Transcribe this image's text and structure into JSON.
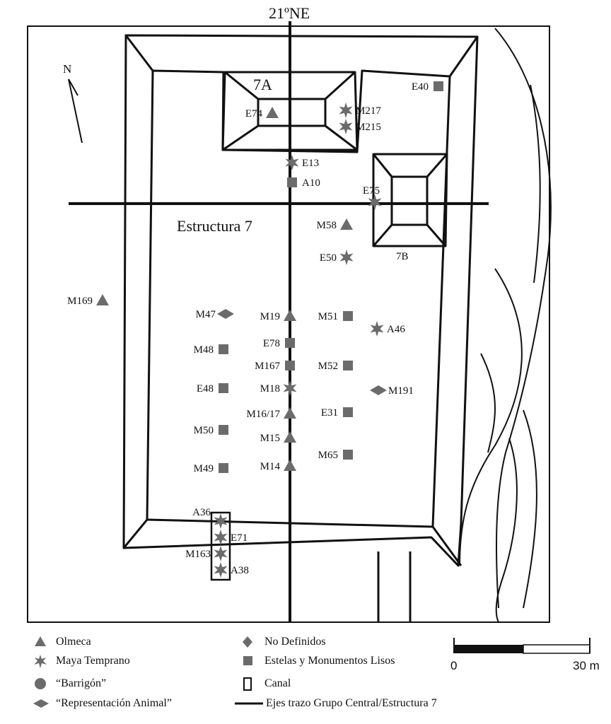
{
  "map": {
    "axis_label": "21ºNE",
    "north_label": "N",
    "structure_label": "Estructura 7",
    "sub_labels": {
      "a": "7A",
      "b": "7B"
    },
    "markers": [
      {
        "id": "E40",
        "type": "square"
      },
      {
        "id": "E74",
        "type": "triangle"
      },
      {
        "id": "M217",
        "type": "star"
      },
      {
        "id": "M215",
        "type": "star"
      },
      {
        "id": "E13",
        "type": "star"
      },
      {
        "id": "A10",
        "type": "square"
      },
      {
        "id": "E75",
        "type": "star"
      },
      {
        "id": "M58",
        "type": "triangle"
      },
      {
        "id": "E50",
        "type": "star"
      },
      {
        "id": "M169",
        "type": "triangle"
      },
      {
        "id": "M47",
        "type": "diamond"
      },
      {
        "id": "M19",
        "type": "triangle"
      },
      {
        "id": "M51",
        "type": "square"
      },
      {
        "id": "A46",
        "type": "star"
      },
      {
        "id": "E78",
        "type": "square"
      },
      {
        "id": "M48",
        "type": "square"
      },
      {
        "id": "M167",
        "type": "square"
      },
      {
        "id": "M52",
        "type": "square"
      },
      {
        "id": "E48",
        "type": "square"
      },
      {
        "id": "M18",
        "type": "star"
      },
      {
        "id": "M191",
        "type": "diamond"
      },
      {
        "id": "M16/17",
        "type": "triangle"
      },
      {
        "id": "E31",
        "type": "square"
      },
      {
        "id": "M50",
        "type": "square"
      },
      {
        "id": "M15",
        "type": "triangle"
      },
      {
        "id": "M65",
        "type": "square"
      },
      {
        "id": "M49",
        "type": "square"
      },
      {
        "id": "M14",
        "type": "triangle"
      },
      {
        "id": "A36",
        "type": "star"
      },
      {
        "id": "E71",
        "type": "star"
      },
      {
        "id": "M163",
        "type": "star"
      },
      {
        "id": "A38",
        "type": "star"
      }
    ]
  },
  "legend": {
    "olmeca": "Olmeca",
    "maya_temprano": "Maya Temprano",
    "barrigon": "“Barrigón”",
    "representacion_animal": "“Representación Animal”",
    "no_definidos": "No Definidos",
    "estelas": "Estelas y Monumentos Lisos",
    "canal": "Canal",
    "ejes": "Ejes trazo Grupo Central/Estructura 7"
  },
  "scale": {
    "start": "0",
    "end": "30 m"
  },
  "colors": {
    "marker": "#6b6b6b",
    "line": "#111111"
  }
}
